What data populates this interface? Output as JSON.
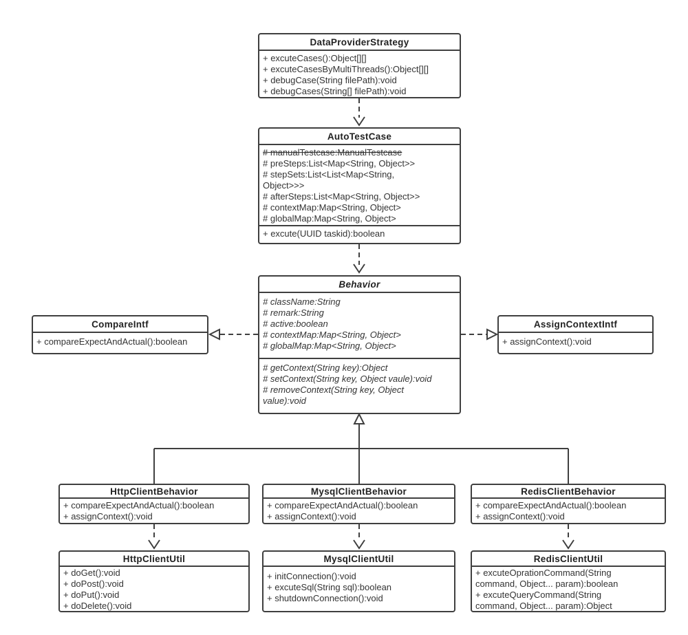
{
  "diagram": {
    "type": "uml-class-diagram",
    "colors": {
      "line": "#3f3f3f",
      "border": "#3f3f3f",
      "text": "#333333",
      "box_fill": "#ffffff",
      "background": "#ffffff"
    }
  },
  "classes": {
    "dataProviderStrategy": {
      "name": "DataProviderStrategy",
      "methods": [
        "+ excuteCases():Object[][]",
        "+ excuteCasesByMultiThreads():Object[][]",
        "+ debugCase(String filePath):void",
        "+ debugCases(String[] filePath):void"
      ]
    },
    "autoTestCase": {
      "name": "AutoTestCase",
      "attributes": [
        {
          "text": "# manualTestcase:ManualTestcase",
          "strike": true
        },
        "# preSteps:List<Map<String, Object>>",
        {
          "lines": [
            "# stepSets:List<List<Map<String,",
            "Object>>>"
          ]
        },
        "# afterSteps:List<Map<String, Object>>",
        "# contextMap:Map<String, Object>",
        "# globalMap:Map<String, Object>"
      ],
      "methods": [
        "+ excute(UUID taskid):boolean"
      ]
    },
    "behavior": {
      "name": "Behavior",
      "abstract": true,
      "attributes": [
        "# className:String",
        "# remark:String",
        "# active:boolean",
        "# contextMap:Map<String, Object>",
        "# globalMap:Map<String, Object>"
      ],
      "methods": [
        "# getContext(String key):Object",
        "# setContext(String key, Object vaule):void",
        {
          "lines": [
            "# removeContext(String key, Object",
            "value):void"
          ]
        }
      ]
    },
    "compareIntf": {
      "name": "CompareIntf",
      "methods": [
        "+ compareExpectAndActual():boolean"
      ]
    },
    "assignContextIntf": {
      "name": "AssignContextIntf",
      "methods": [
        "+ assignContext():void"
      ]
    },
    "httpClientBehavior": {
      "name": "HttpClientBehavior",
      "methods": [
        "+ compareExpectAndActual():boolean",
        "+ assignContext():void"
      ]
    },
    "mysqlClientBehavior": {
      "name": "MysqlClientBehavior",
      "methods": [
        "+ compareExpectAndActual():boolean",
        "+ assignContext():void"
      ]
    },
    "redisClientBehavior": {
      "name": "RedisClientBehavior",
      "methods": [
        "+ compareExpectAndActual():boolean",
        "+ assignContext():void"
      ]
    },
    "httpClientUtil": {
      "name": "HttpClientUtil",
      "methods": [
        "+ doGet():void",
        "+ doPost():void",
        "+ doPut():void",
        "+ doDelete():void"
      ]
    },
    "mysqlClientUtil": {
      "name": "MysqlClientUtil",
      "methods": [
        "+ initConnection():void",
        "+ excuteSql(String sql):boolean",
        "+ shutdownConnection():void"
      ]
    },
    "redisClientUtil": {
      "name": "RedisClientUtil",
      "methods": [
        {
          "lines": [
            "+ excuteOprationCommand(String",
            "command, Object... param):boolean"
          ]
        },
        {
          "lines": [
            "+ excuteQueryCommand(String",
            "command, Object... param):Object"
          ]
        }
      ]
    }
  },
  "relationships": [
    {
      "from": "DataProviderStrategy",
      "to": "AutoTestCase",
      "type": "dependency (dashed open arrow)"
    },
    {
      "from": "AutoTestCase",
      "to": "Behavior",
      "type": "dependency (dashed open arrow)"
    },
    {
      "from": "Behavior",
      "to": "CompareIntf",
      "type": "realization (dashed hollow triangle)"
    },
    {
      "from": "Behavior",
      "to": "AssignContextIntf",
      "type": "realization (dashed hollow triangle)"
    },
    {
      "from": "HttpClientBehavior",
      "to": "Behavior",
      "type": "generalization (solid hollow triangle)"
    },
    {
      "from": "MysqlClientBehavior",
      "to": "Behavior",
      "type": "generalization (solid hollow triangle)"
    },
    {
      "from": "RedisClientBehavior",
      "to": "Behavior",
      "type": "generalization (solid hollow triangle)"
    },
    {
      "from": "HttpClientBehavior",
      "to": "HttpClientUtil",
      "type": "dependency (dashed open arrow)"
    },
    {
      "from": "MysqlClientBehavior",
      "to": "MysqlClientUtil",
      "type": "dependency (dashed open arrow)"
    },
    {
      "from": "RedisClientBehavior",
      "to": "RedisClientUtil",
      "type": "dependency (dashed open arrow)"
    }
  ]
}
